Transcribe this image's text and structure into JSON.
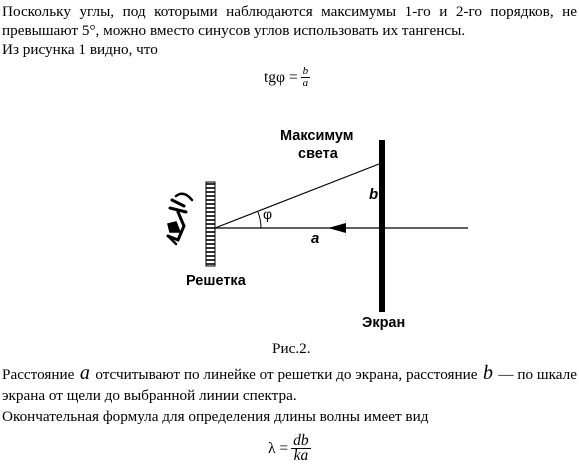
{
  "paragraph1": {
    "line1": "Поскольку углы, под которыми наблюдаются максимумы 1-го и 2-го порядков, не",
    "line2": "превышают 5°, можно вместо синусов углов использовать их тангенсы."
  },
  "paragraph2": "Из рисунка 1 видно, что",
  "formula1": {
    "lhs": "tgφ =",
    "num": "b",
    "den": "a"
  },
  "figure": {
    "label_maximum_line1": "Максимум",
    "label_maximum_line2": "света",
    "label_b": "b",
    "label_phi": "φ",
    "label_a": "a",
    "label_grating": "Решетка",
    "label_screen": "Экран"
  },
  "caption": "Рис.2.",
  "paragraph3": {
    "part1": "Расстояние",
    "var_a": "a",
    "part2": "отсчитывают по линейке от решетки до экрана, расстояние",
    "var_b": "b",
    "part3": "— по шкале",
    "line2": "экрана от щели до выбранной линии спектра."
  },
  "paragraph4": "Окончательная формула для определения длины волны имеет вид",
  "formula2": {
    "lhs": "λ =",
    "num": "db",
    "den": "ka"
  }
}
